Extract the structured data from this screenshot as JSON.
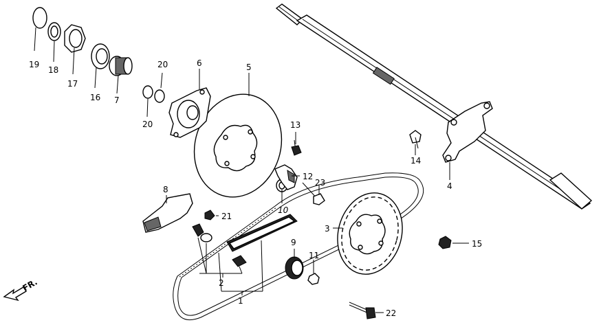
{
  "callouts": {
    "p1": "1",
    "p2": "2",
    "p3": "3",
    "p4": "4",
    "p5": "5",
    "p6": "6",
    "p7": "7",
    "p8": "8",
    "p9": "9",
    "p10": "10",
    "p11": "11",
    "p12": "12",
    "p13": "13",
    "p14": "14",
    "p15": "15",
    "p16": "16",
    "p17": "17",
    "p18": "18",
    "p19": "19",
    "p20a": "20",
    "p20b": "20",
    "p21": "21",
    "p22": "22",
    "p23": "23"
  },
  "direction": {
    "label": "FR."
  }
}
